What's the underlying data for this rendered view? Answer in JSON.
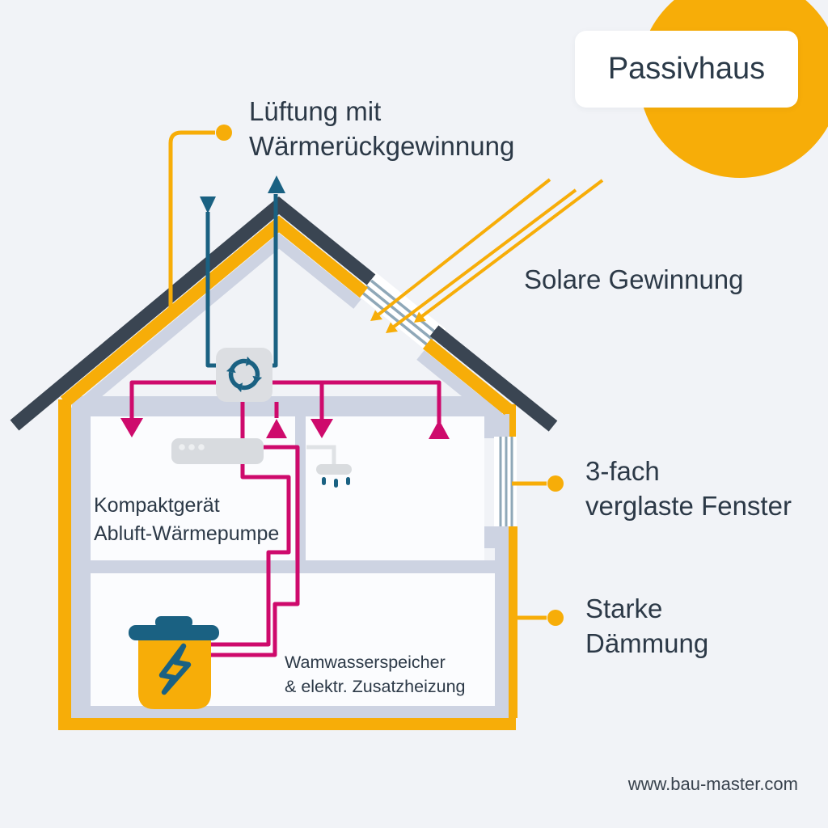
{
  "title_badge": "Passivhaus",
  "annotations": {
    "ventilation": {
      "line1": "Lüftung mit",
      "line2": "Wärmerückgewinnung"
    },
    "solar_gain": {
      "line1": "Solare Gewinnung"
    },
    "windows": {
      "line1": "3-fach",
      "line2": "verglaste Fenster"
    },
    "insulation": {
      "line1": "Starke",
      "line2": "Dämmung"
    },
    "heat_pump": {
      "line1": "Kompaktgerät",
      "line2": "Abluft-Wärmepumpe"
    },
    "water_storage": {
      "line1": "Wamwasserspeicher",
      "line2": "& elektr. Zusatzheizung"
    }
  },
  "footer": {
    "website": "www.bau-master.com"
  },
  "colors": {
    "background": "#F1F3F7",
    "accent_yellow": "#F7AD08",
    "roof_dark": "#3A4552",
    "wall_lavender": "#CDD3E2",
    "duct_magenta": "#CE0A6C",
    "vent_teal": "#1A6182",
    "glazing_blue": "#8FA8B8",
    "room_white": "#FBFCFE",
    "text_dark": "#2C3947"
  },
  "icons": {
    "ventilation_unit": "circulation-arrows-icon",
    "water_tank": "lightning-bolt-icon",
    "shower": "shower-head-icon"
  }
}
